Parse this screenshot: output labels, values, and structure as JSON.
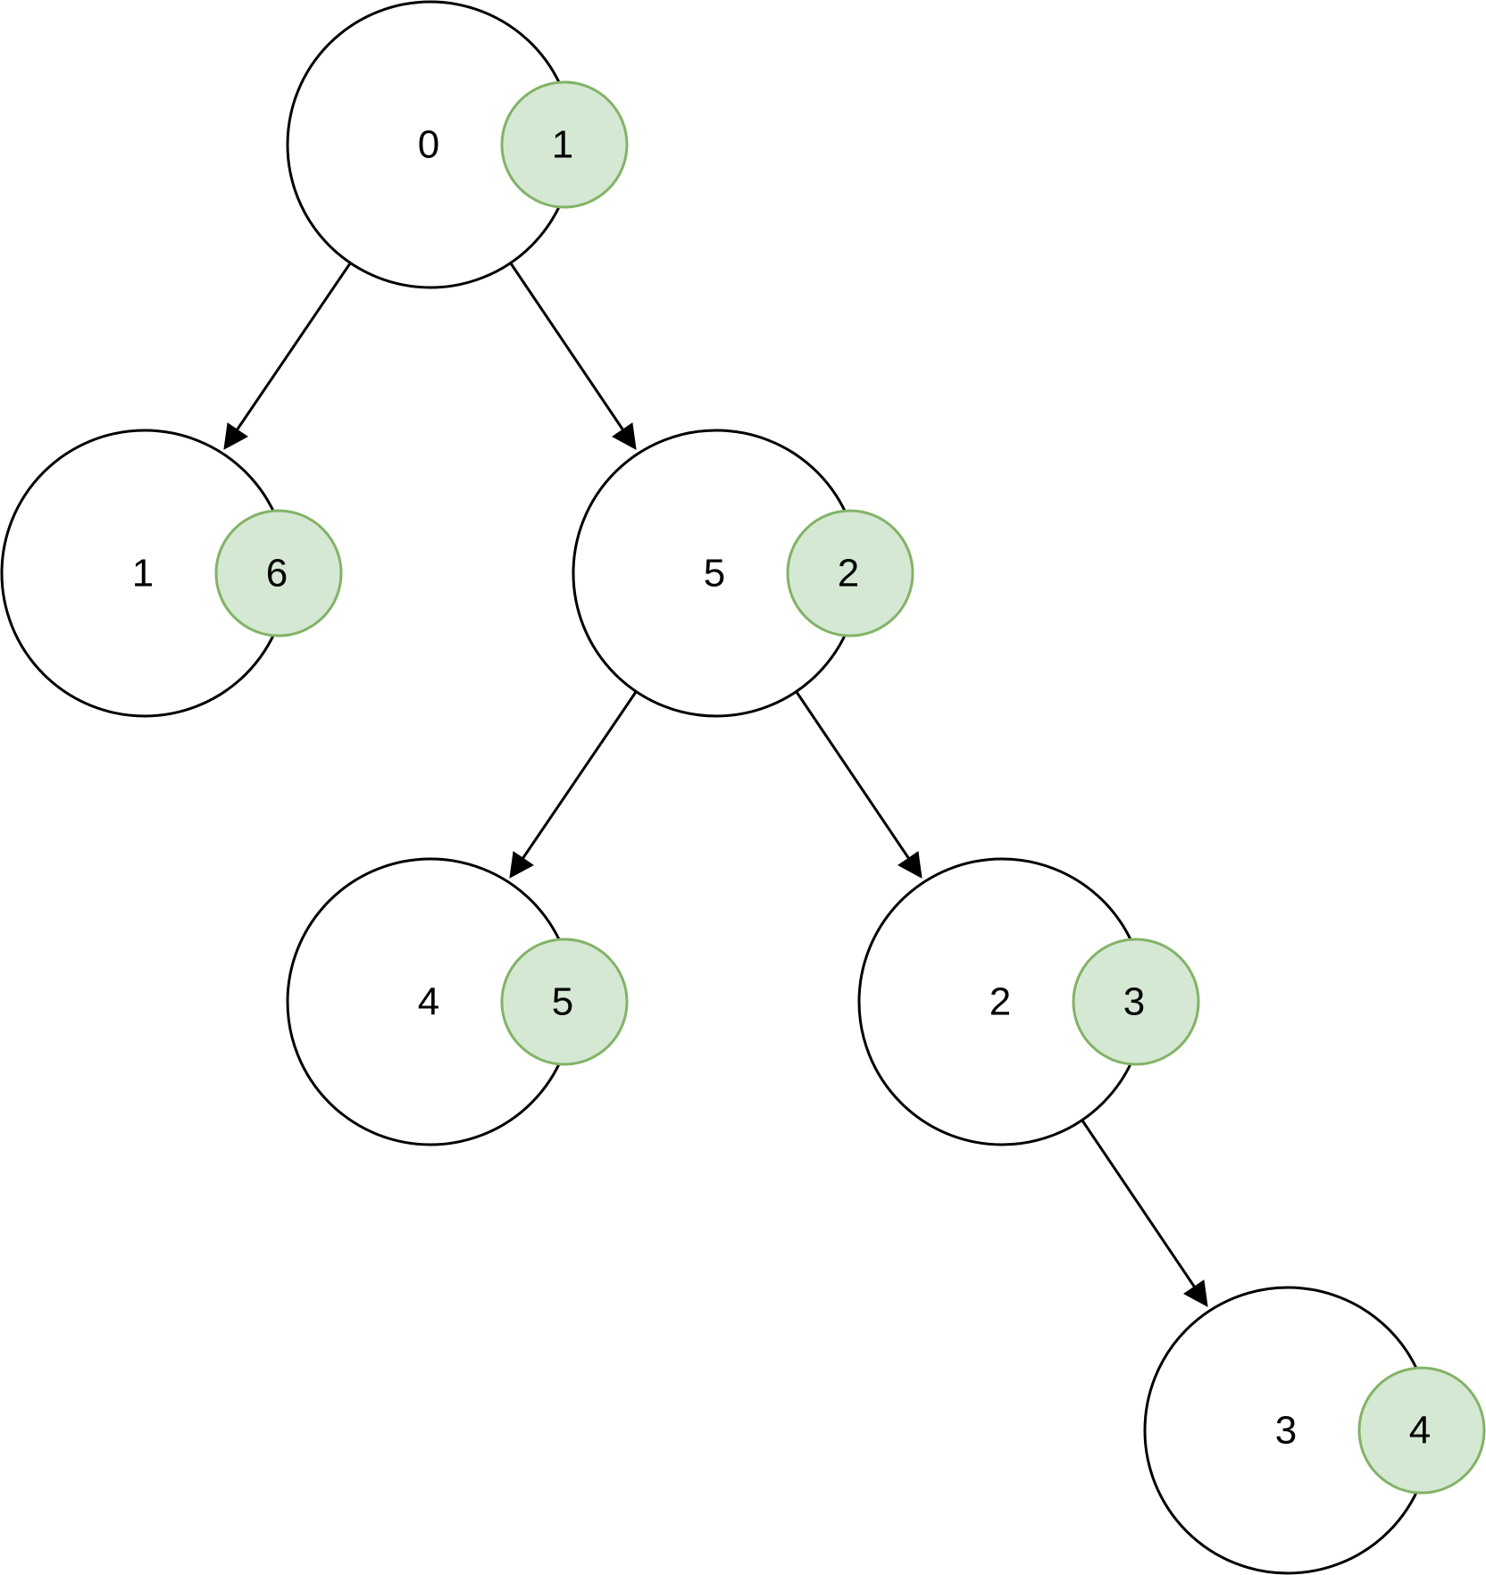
{
  "colors": {
    "node_stroke": "#000000",
    "node_fill": "#ffffff",
    "badge_fill": "#d5e8d4",
    "badge_stroke": "#82b366",
    "edge": "#000000"
  },
  "tree": {
    "root": {
      "value": "0",
      "order": "1",
      "children": [
        {
          "value": "1",
          "order": "6",
          "children": []
        },
        {
          "value": "5",
          "order": "2",
          "children": [
            {
              "value": "4",
              "order": "5",
              "children": []
            },
            {
              "value": "2",
              "order": "3",
              "children": [
                {
                  "value": "3",
                  "order": "4",
                  "children": []
                }
              ]
            }
          ]
        }
      ]
    }
  }
}
